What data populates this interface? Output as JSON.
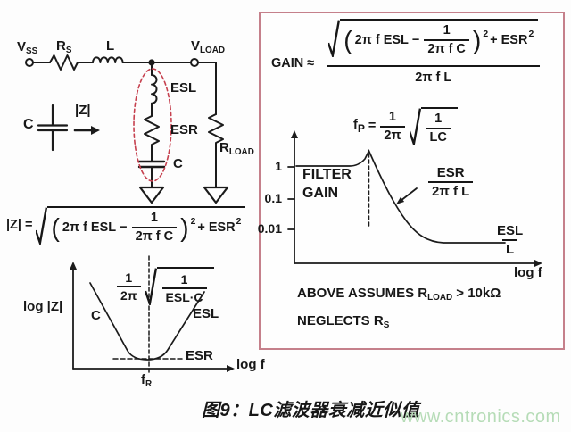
{
  "colors": {
    "line": "#1b1b1b",
    "box_border": "#c5808b",
    "dashed_oval_red": "#c6414f",
    "watermark_green": "#b6dcb7",
    "background": "#fdfdfd"
  },
  "circuit": {
    "vss_main": "V",
    "vss_sub": "SS",
    "rs_main": "R",
    "rs_sub": "S",
    "l": "L",
    "vload_main": "V",
    "vload_sub": "LOAD",
    "esl": "ESL",
    "esr": "ESR",
    "cap": "C",
    "rload_main": "R",
    "rload_sub": "LOAD",
    "c_side": "C",
    "z": "|Z|"
  },
  "impedance_formula": {
    "lhs": "|Z|",
    "eq": "=",
    "lparen": "(",
    "term1": "2π f ESL",
    "minus": "−",
    "frac_num": "1",
    "frac_den": "2π f C",
    "rparen": ")",
    "pow1": "2",
    "plus": "+",
    "esr": "ESR",
    "pow2": "2"
  },
  "left_graph": {
    "ylabel": "log |Z|",
    "xlabel": "log f",
    "c_label": "C",
    "esl_label": "ESL",
    "esr_label": "ESR",
    "fr_main": "f",
    "fr_sub": "R",
    "res_frac": {
      "num1": "1",
      "den1": "2π",
      "num2": "1",
      "den2": "ESL·C"
    }
  },
  "gain_panel": {
    "gain": "GAIN",
    "approx": "≈",
    "num": {
      "lparen": "(",
      "term1": "2π f ESL",
      "minus": "−",
      "frac_num": "1",
      "frac_den": "2π f C",
      "rparen": ")",
      "pow1": "2",
      "plus": "+",
      "esr": "ESR",
      "pow2": "2"
    },
    "den": "2π f L",
    "fp": {
      "lhs_main": "f",
      "lhs_sub": "P",
      "eq": "=",
      "num1": "1",
      "den1": "2π",
      "num2": "1",
      "den2": "LC"
    },
    "graph": {
      "ticks": [
        "1",
        "0.1",
        "0.01"
      ],
      "filter_line1": "FILTER",
      "filter_line2": "GAIN",
      "esr_num": "ESR",
      "esr_den": "2π f L",
      "esl_num": "ESL",
      "esl_den": "L",
      "xlabel": "log f"
    },
    "note1_pre": "ABOVE ASSUMES R",
    "note1_sub": "LOAD",
    "note1_post": " > 10kΩ",
    "note2_pre": "NEGLECTS R",
    "note2_sub": "S"
  },
  "caption": "图9：LC滤波器衰减近似值",
  "watermark": "www.cntronics.com"
}
